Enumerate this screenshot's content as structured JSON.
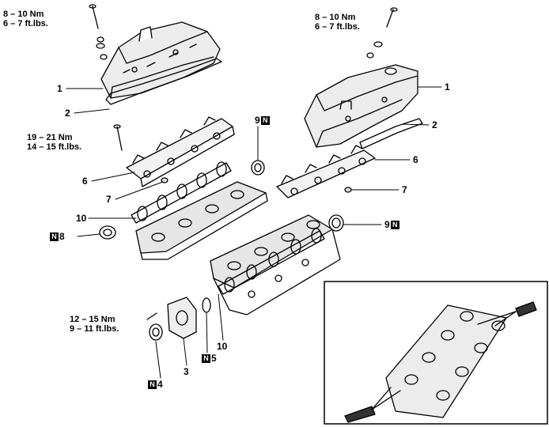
{
  "torque": {
    "tl_line1": "8 – 10 Nm",
    "tl_line2": "6 – 7 ft.lbs.",
    "tr_line1": "8 – 10 Nm",
    "tr_line2": "6 – 7 ft.lbs.",
    "ml_line1": "19 – 21 Nm",
    "ml_line2": "14 – 15 ft.lbs.",
    "bl_line1": "12 – 15 Nm",
    "bl_line2": "9 – 11 ft.lbs."
  },
  "callouts": {
    "c1_left": "1",
    "c2_left": "2",
    "c6_left": "6",
    "c7_left": "7",
    "c10_left": "10",
    "c8_left": "8",
    "c9_top": "9",
    "c1_right": "1",
    "c2_right": "2",
    "c6_right": "6",
    "c7_right": "7",
    "c9_right": "9",
    "c10_bottom": "10",
    "c3": "3",
    "c4": "4",
    "c5": "5"
  },
  "badge_letter": "N"
}
